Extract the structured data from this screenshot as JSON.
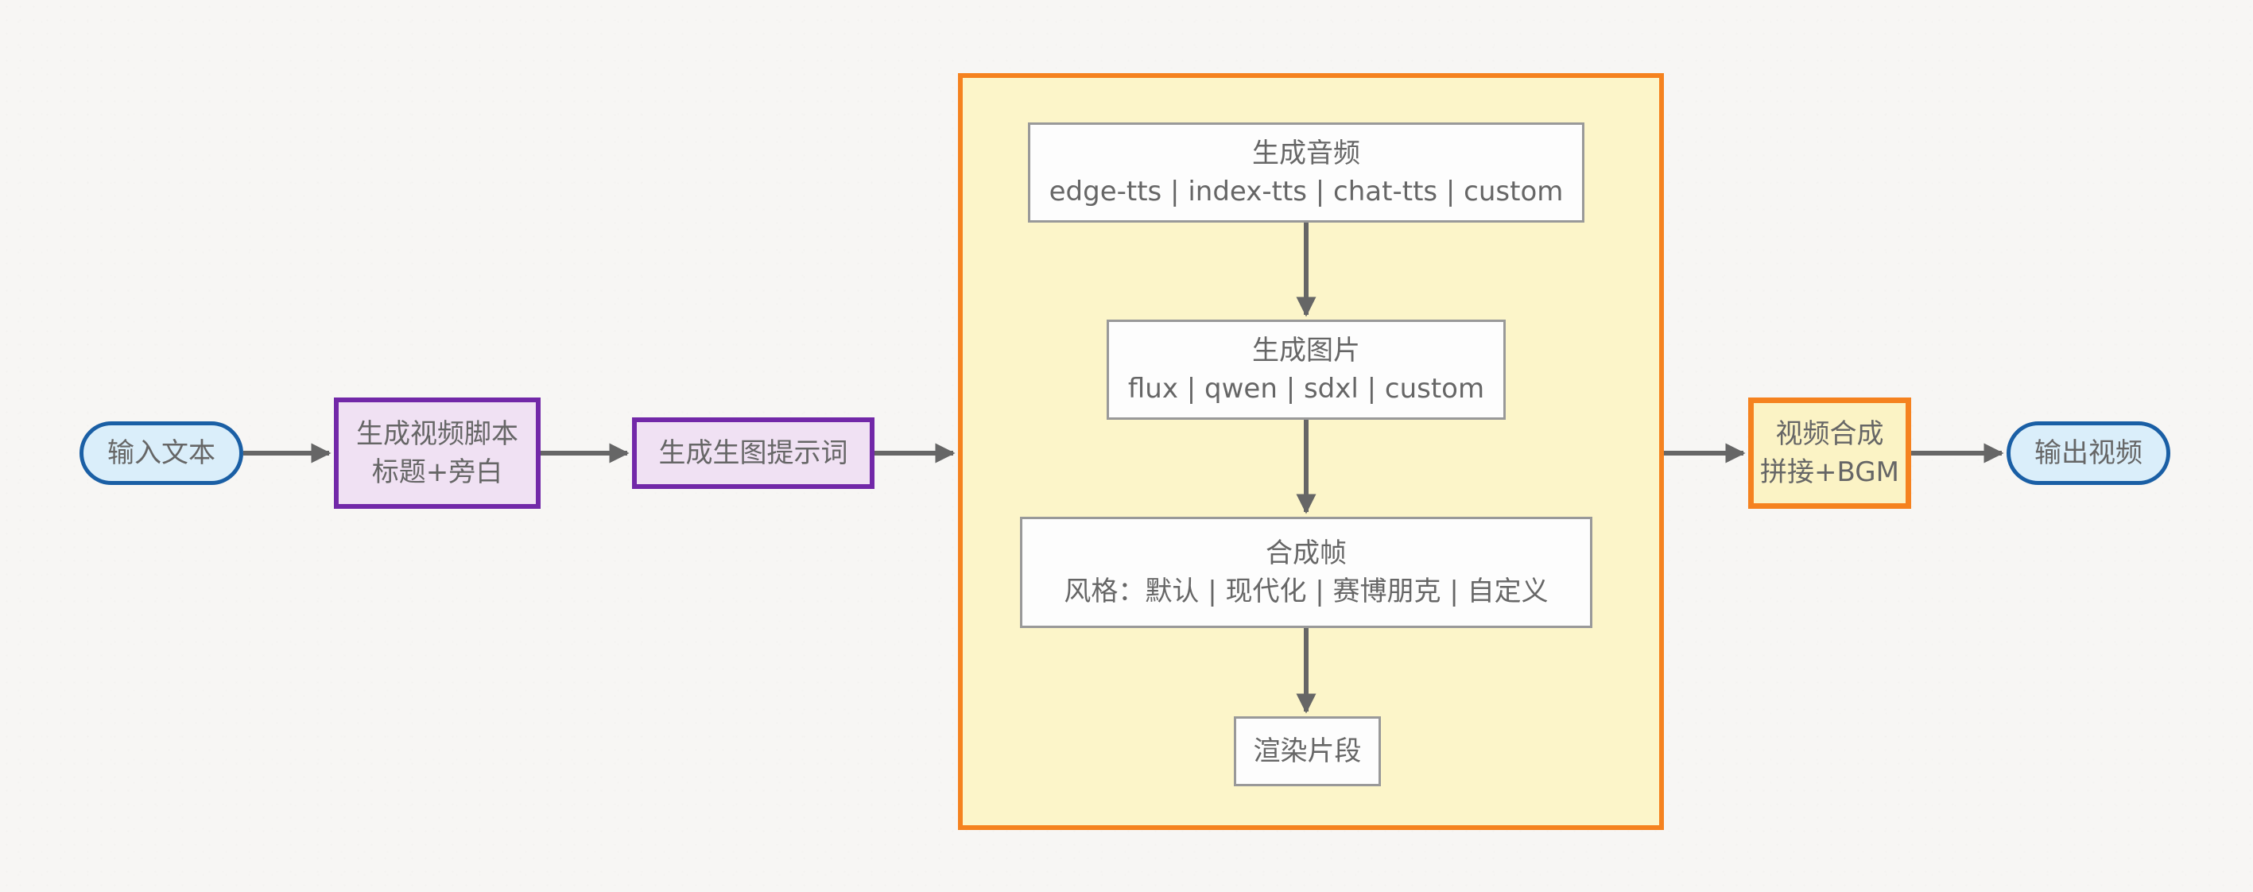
{
  "diagram": {
    "type": "flowchart",
    "direction": "left-to-right",
    "nodes": {
      "input_text": {
        "label": "输入文本"
      },
      "script": {
        "line1": "生成视频脚本",
        "line2": "标题+旁白"
      },
      "image_prompt": {
        "label": "生成生图提示词"
      },
      "audio": {
        "line1": "生成音频",
        "line2": "edge-tts | index-tts | chat-tts | custom"
      },
      "image": {
        "line1": "生成图片",
        "line2": "flux | qwen | sdxl | custom"
      },
      "frame": {
        "line1": "合成帧",
        "line2": "风格：默认 | 现代化 | 赛博朋克 | 自定义"
      },
      "render": {
        "label": "渲染片段"
      },
      "compose": {
        "line1": "视频合成",
        "line2": "拼接+BGM"
      },
      "output_video": {
        "label": "输出视频"
      }
    },
    "edges": [
      {
        "from": "input_text",
        "to": "script"
      },
      {
        "from": "script",
        "to": "image_prompt"
      },
      {
        "from": "image_prompt",
        "to": "segment-pipeline"
      },
      {
        "from": "audio",
        "to": "image"
      },
      {
        "from": "image",
        "to": "frame"
      },
      {
        "from": "frame",
        "to": "render"
      },
      {
        "from": "segment-pipeline",
        "to": "compose"
      },
      {
        "from": "compose",
        "to": "output_video"
      }
    ],
    "colors": {
      "background": "#f7f6f4",
      "arrow": "#666666",
      "text": "#666666",
      "pill_border": "#1a5fa5",
      "pill_fill": "#daeefa",
      "purple_border": "#7228a8",
      "purple_fill": "#f0e1f3",
      "subgraph_border": "#f5821f",
      "subgraph_fill": "#fcf5c9",
      "white_box_border": "#999999",
      "white_box_fill": "#fdfdfd",
      "orange_box_border": "#f5821f",
      "orange_box_fill": "#fbf3c5"
    }
  }
}
